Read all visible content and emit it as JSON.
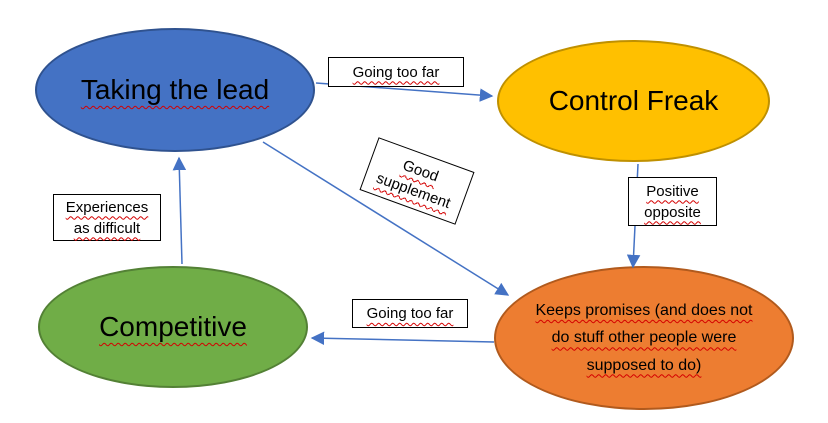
{
  "diagram": {
    "background": "#FFFFFF",
    "nodes": [
      {
        "id": "taking-the-lead",
        "label": "Taking the lead",
        "fill": "#4472C4",
        "border": "#2F528F"
      },
      {
        "id": "control-freak",
        "label": "Control Freak",
        "fill": "#FFC000",
        "border": "#BF9000"
      },
      {
        "id": "competitive",
        "label": "Competitive",
        "fill": "#70AD47",
        "border": "#538135"
      },
      {
        "id": "keeps-promises",
        "label": "Keeps promises (and does not do stuff other people were supposed to do)",
        "fill": "#ED7D31",
        "border": "#B15A1D"
      }
    ],
    "edges": [
      {
        "from": "taking-the-lead",
        "to": "control-freak",
        "label": "Going too far"
      },
      {
        "from": "taking-the-lead",
        "to": "keeps-promises",
        "label": "Good supplement"
      },
      {
        "from": "control-freak",
        "to": "keeps-promises",
        "label": "Positive opposite"
      },
      {
        "from": "keeps-promises",
        "to": "competitive",
        "label": "Going too far"
      },
      {
        "from": "competitive",
        "to": "taking-the-lead",
        "label": "Experiences as difficult"
      }
    ],
    "colors": {
      "arrow": "#4472C4",
      "spellcheck_underline": "#D40000",
      "label_box_background": "#FFFFFF",
      "label_box_border": "#000000"
    }
  }
}
